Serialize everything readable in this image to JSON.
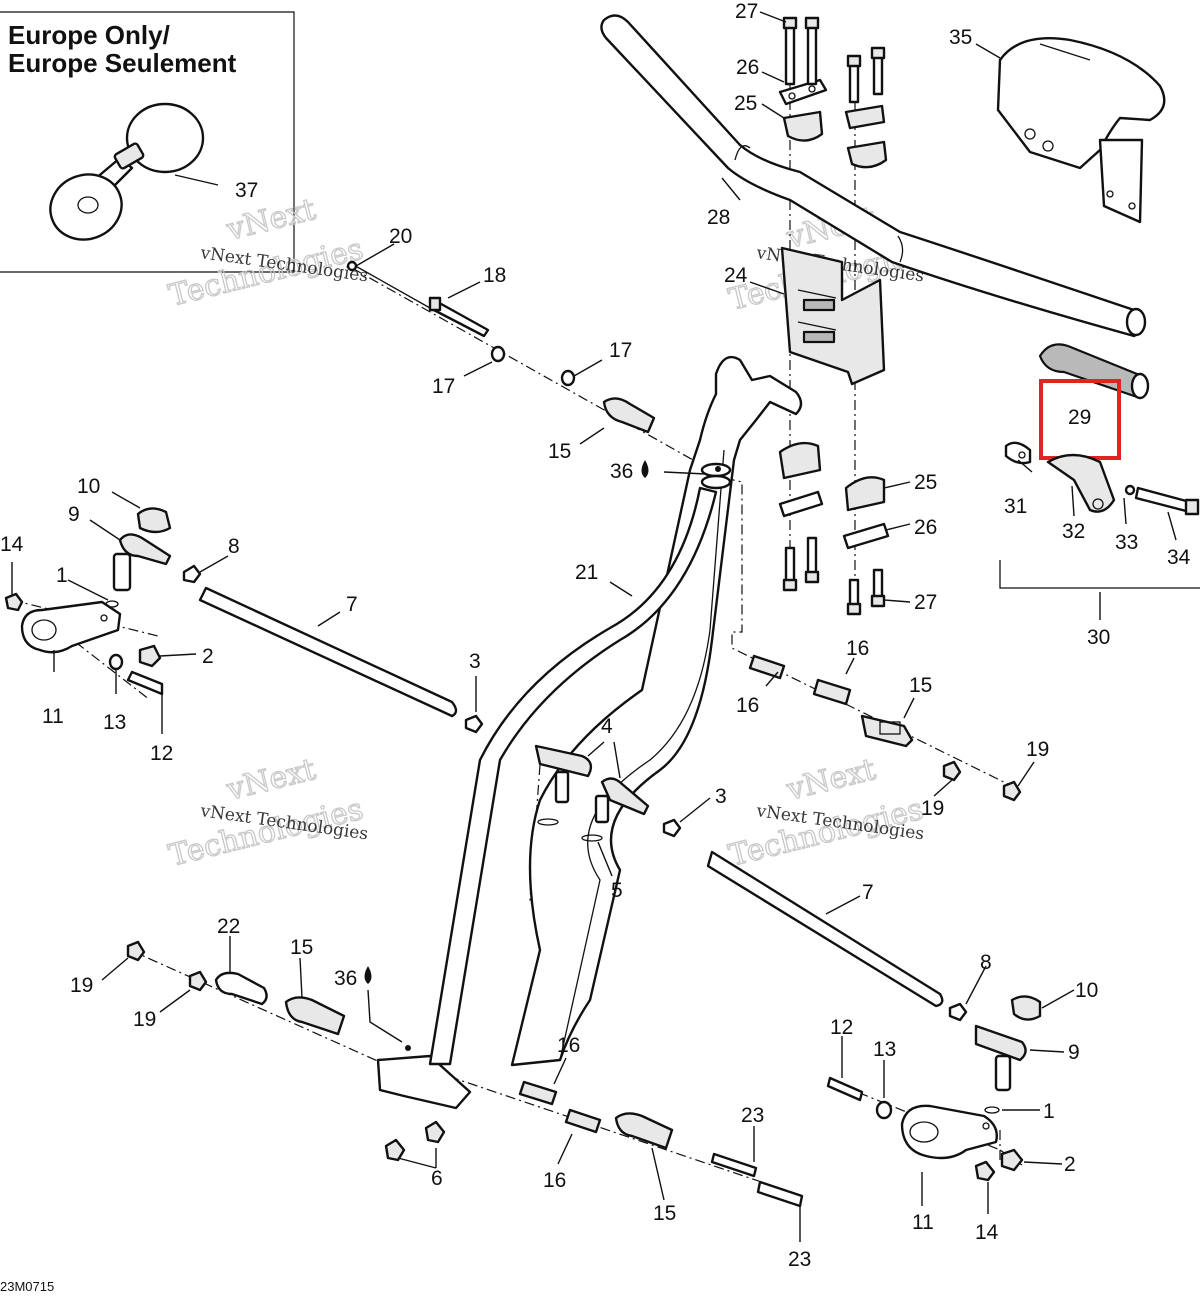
{
  "inset": {
    "title_line1": "Europe Only/",
    "title_line2": "Europe Seulement"
  },
  "watermark": {
    "brand_line1": "vNext",
    "brand_line2": "Technologies",
    "small_text": "vNext Technologies"
  },
  "diagram_code": "23M0715",
  "highlight": {
    "part_number": "29",
    "color": "#e02424"
  },
  "callouts": {
    "c1a": "1",
    "c1b": "1",
    "c2a": "2",
    "c2b": "2",
    "c3a": "3",
    "c3b": "3",
    "c4": "4",
    "c5": "5",
    "c6": "6",
    "c7a": "7",
    "c7b": "7",
    "c8a": "8",
    "c8b": "8",
    "c9a": "9",
    "c9b": "9",
    "c10a": "10",
    "c10b": "10",
    "c11a": "11",
    "c11b": "11",
    "c12a": "12",
    "c12b": "12",
    "c13a": "13",
    "c13b": "13",
    "c14a": "14",
    "c14b": "14",
    "c15a": "15",
    "c15b": "15",
    "c15c": "15",
    "c15d": "15",
    "c16a": "16",
    "c16b": "16",
    "c16c": "16",
    "c16d": "16",
    "c17a": "17",
    "c17b": "17",
    "c18": "18",
    "c19a": "19",
    "c19b": "19",
    "c19c": "19",
    "c19d": "19",
    "c20": "20",
    "c21": "21",
    "c22": "22",
    "c23a": "23",
    "c23b": "23",
    "c24": "24",
    "c25a": "25",
    "c25b": "25",
    "c26a": "26",
    "c26b": "26",
    "c27a": "27",
    "c27b": "27",
    "c28": "28",
    "c29": "29",
    "c30": "30",
    "c31": "31",
    "c32": "32",
    "c33": "33",
    "c34": "34",
    "c35": "35",
    "c36a": "36",
    "c36b": "36",
    "c37": "37"
  }
}
